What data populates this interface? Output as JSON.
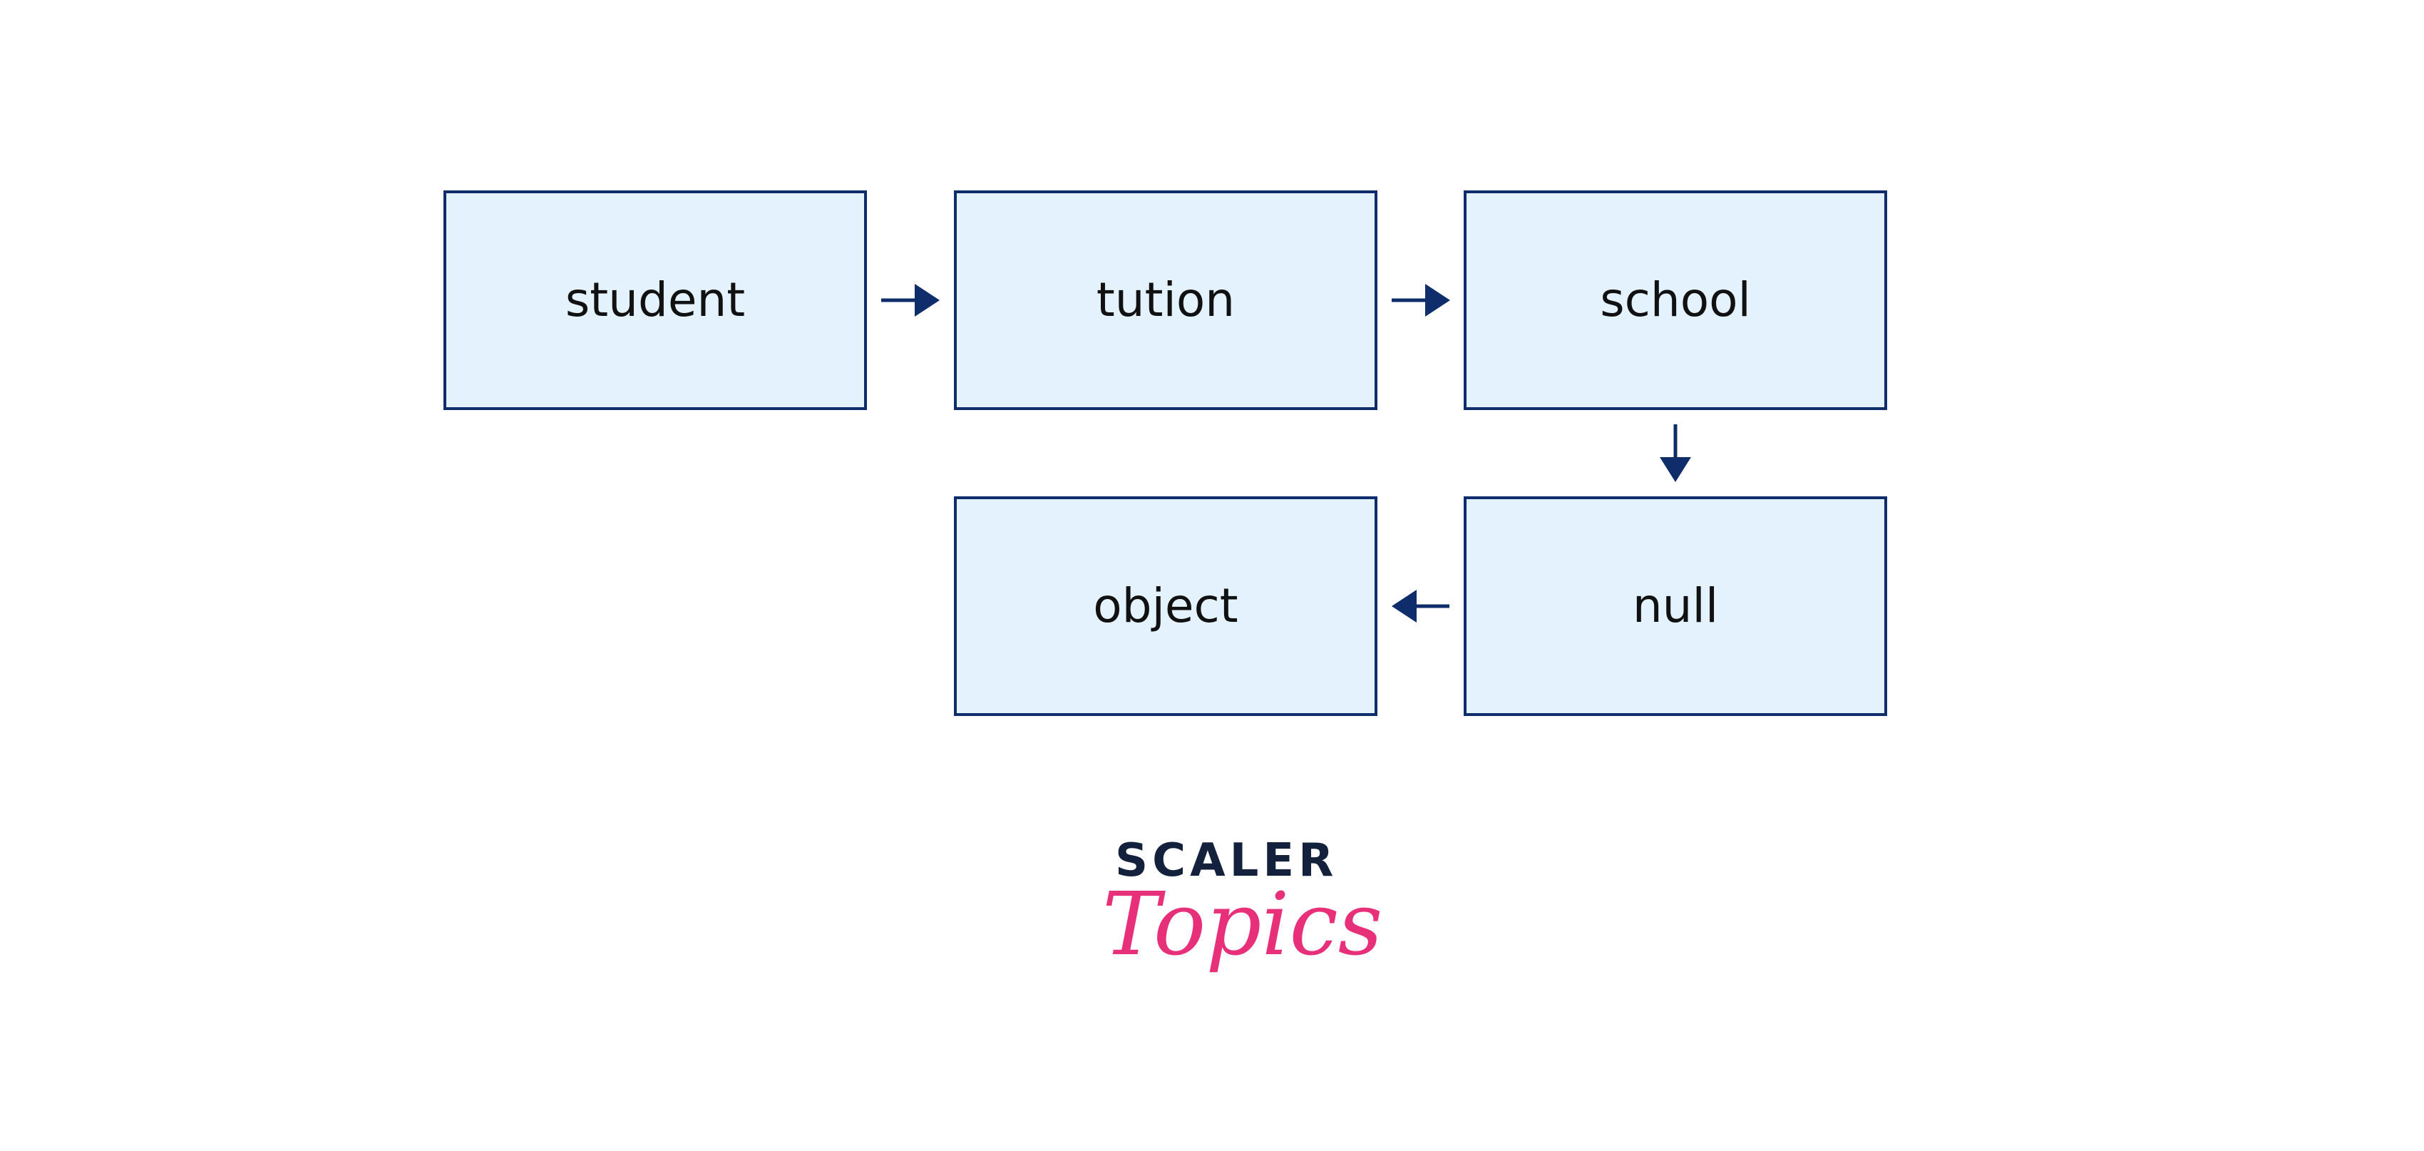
{
  "nodes": {
    "student": "student",
    "tution": "tution",
    "school": "school",
    "null": "null",
    "object": "object"
  },
  "colors": {
    "box_fill": "#e3f2fd",
    "box_border": "#0f2d6b",
    "arrow": "#0f2d6b",
    "logo_dark": "#14213d",
    "logo_pink": "#e8307a"
  },
  "logo": {
    "word": "SCALER",
    "script": "Topics"
  }
}
